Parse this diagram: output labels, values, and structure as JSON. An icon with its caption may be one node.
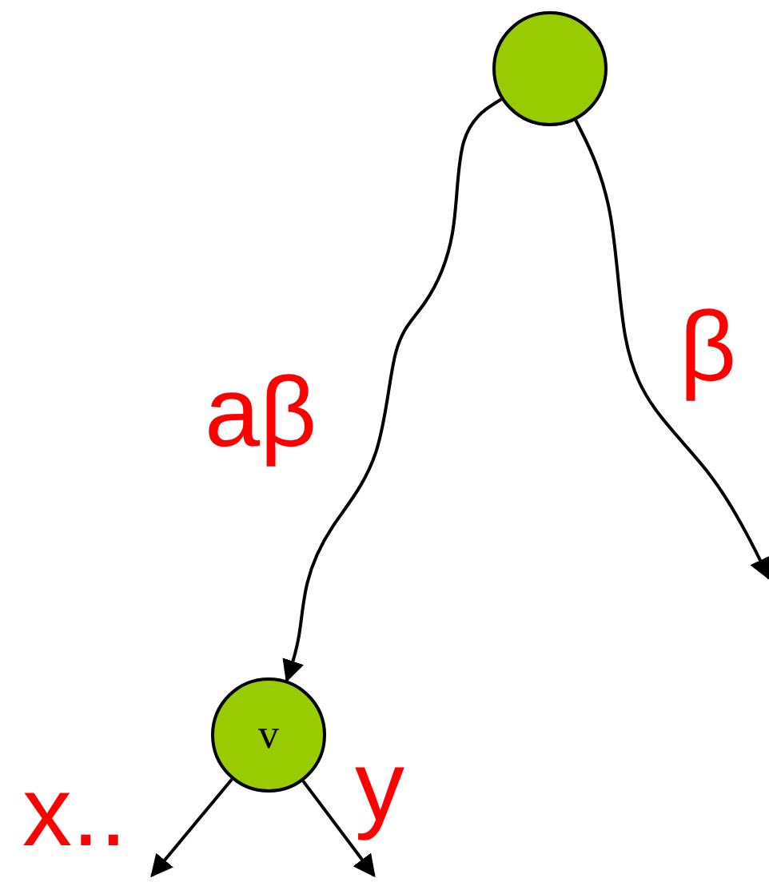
{
  "diagram": {
    "nodes": [
      {
        "text": [],
        "shape": "circle"
      },
      {
        "text": [
          "v"
        ]
      }
    ],
    "edges": [
      {
        "from": 0,
        "to": 1,
        "arrow": "to",
        "label": "aβ"
      },
      {
        "from": 0,
        "to": null,
        "arrow": "to",
        "label": "β"
      },
      {
        "from": 1,
        "to": null,
        "arrow": "to",
        "label": "x.."
      },
      {
        "from": 1,
        "to": null,
        "arrow": "to",
        "label": "y"
      }
    ]
  }
}
